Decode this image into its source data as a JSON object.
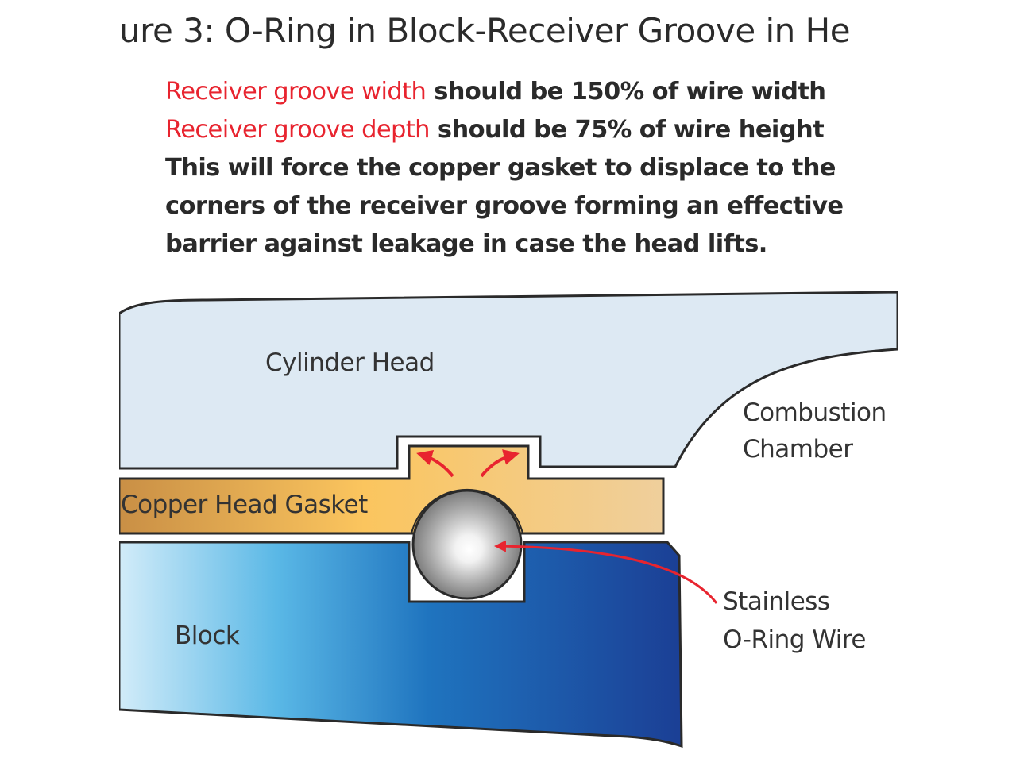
{
  "title": "ure 3: O-Ring in Block-Receiver Groove in He",
  "notes": {
    "line1_highlight": "Receiver groove width",
    "line1_rest": " should be 150% of wire width",
    "line2_highlight": "Receiver groove depth",
    "line2_rest": " should be 75% of wire height",
    "line3": "This will force the copper gasket to displace to the",
    "line4": "corners of the receiver groove forming an effective",
    "line5": "barrier against leakage in case the head lifts."
  },
  "labels": {
    "cylinder_head": "Cylinder Head",
    "combustion_line1": "Combustion",
    "combustion_line2": "Chamber",
    "copper_gasket": "Copper Head Gasket",
    "block": "Block",
    "wire_line1": "Stainless",
    "wire_line2": "O-Ring Wire"
  },
  "colors": {
    "highlight_red": "#e8242f",
    "head_fill": "#dde9f3",
    "gasket_light": "#fbc55e",
    "gasket_dark": "#c98f45",
    "block_light": "#cfe9f8",
    "block_dark": "#1b3f95",
    "arrow_red": "#e8242f"
  }
}
